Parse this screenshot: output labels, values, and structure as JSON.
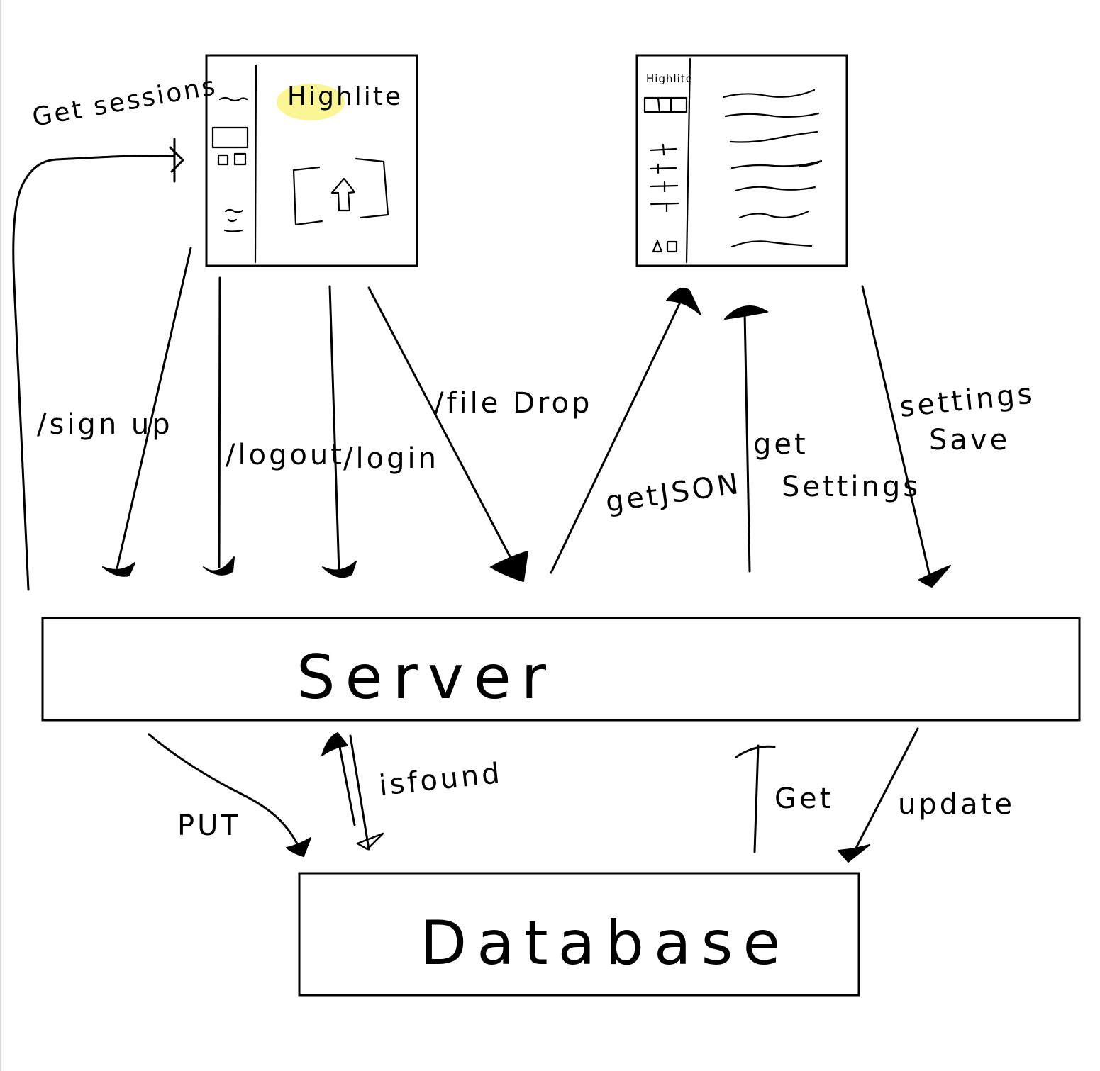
{
  "screen_login": {
    "title": "Highlite"
  },
  "screen_dashboard": {
    "title": "Highlite"
  },
  "server": {
    "label": "Server"
  },
  "database": {
    "label": "Database"
  },
  "edges": {
    "get_sessions": "Get sessions",
    "sign_up": "/sign up",
    "logout": "/logout",
    "login": "/login",
    "file_drop": "/file Drop",
    "get_json": "getJSON",
    "get_settings": "get Settings",
    "settings_save": "settings Save",
    "put": "PUT",
    "is_found": "isfound",
    "get": "Get",
    "update": "update"
  }
}
